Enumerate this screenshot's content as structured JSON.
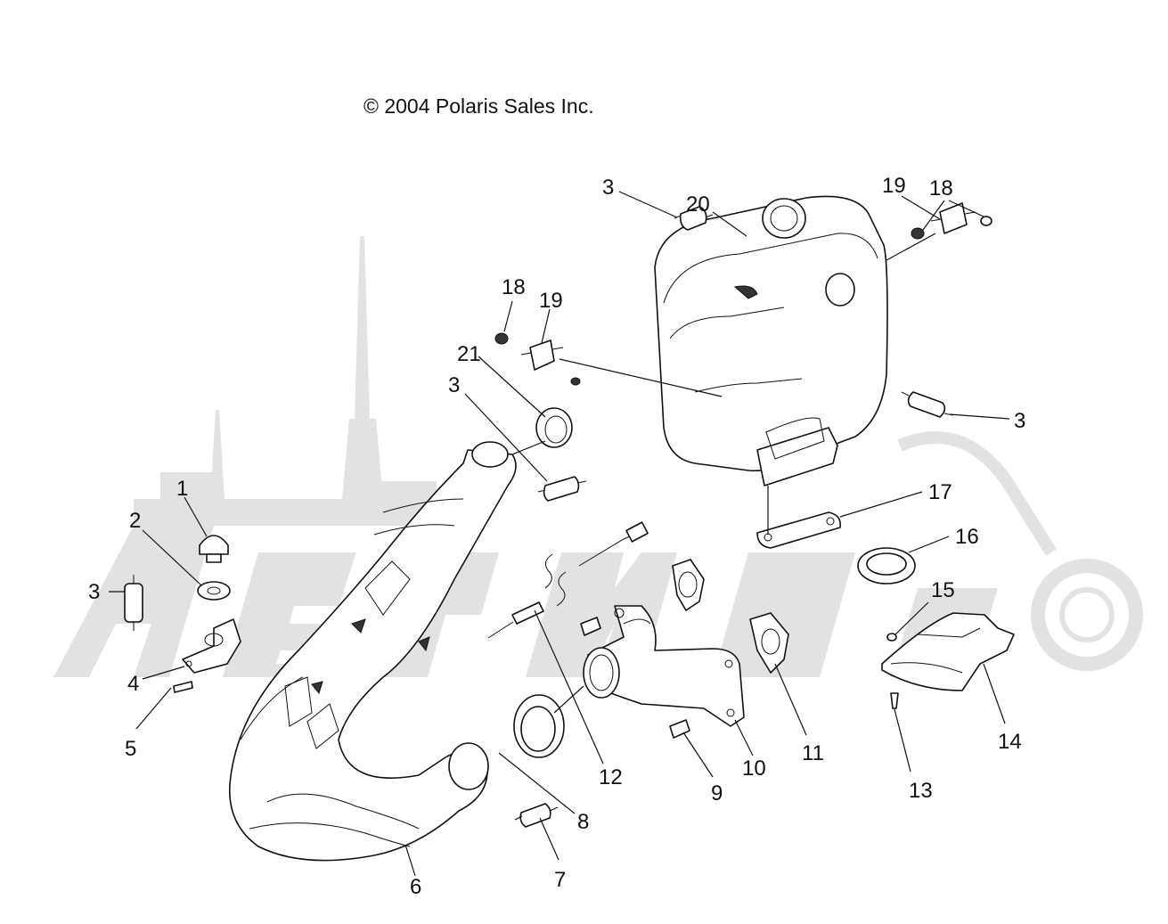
{
  "header": {
    "copyright": "© 2004 Polaris Sales Inc."
  },
  "callouts": [
    {
      "id": "c1",
      "label": "1"
    },
    {
      "id": "c2",
      "label": "2"
    },
    {
      "id": "c3a",
      "label": "3"
    },
    {
      "id": "c3b",
      "label": "3"
    },
    {
      "id": "c3c",
      "label": "3"
    },
    {
      "id": "c3d",
      "label": "3"
    },
    {
      "id": "c4",
      "label": "4"
    },
    {
      "id": "c5",
      "label": "5"
    },
    {
      "id": "c6",
      "label": "6"
    },
    {
      "id": "c7",
      "label": "7"
    },
    {
      "id": "c8",
      "label": "8"
    },
    {
      "id": "c9",
      "label": "9"
    },
    {
      "id": "c10",
      "label": "10"
    },
    {
      "id": "c11",
      "label": "11"
    },
    {
      "id": "c12",
      "label": "12"
    },
    {
      "id": "c13",
      "label": "13"
    },
    {
      "id": "c14",
      "label": "14"
    },
    {
      "id": "c15",
      "label": "15"
    },
    {
      "id": "c16",
      "label": "16"
    },
    {
      "id": "c17",
      "label": "17"
    },
    {
      "id": "c18a",
      "label": "18"
    },
    {
      "id": "c18b",
      "label": "18"
    },
    {
      "id": "c19a",
      "label": "19"
    },
    {
      "id": "c19b",
      "label": "19"
    },
    {
      "id": "c20",
      "label": "20"
    },
    {
      "id": "c21",
      "label": "21"
    }
  ],
  "colors": {
    "ink": "#111111",
    "watermark": "#e2e2e2",
    "background": "#ffffff"
  }
}
